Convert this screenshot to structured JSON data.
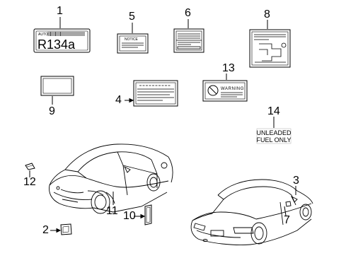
{
  "callouts": {
    "c1": "1",
    "c2": "2",
    "c3": "3",
    "c4": "4",
    "c5": "5",
    "c6": "6",
    "c7": "7",
    "c8": "8",
    "c9": "9",
    "c10": "10",
    "c11": "11",
    "c12": "12",
    "c13": "13",
    "c14": "14"
  },
  "labels": {
    "r134a_header": "AUTO",
    "r134a_main": "R134a",
    "notice_title": "NOTICE",
    "warning_title": "WARNING",
    "fuel_line1": "UNLEADED",
    "fuel_line2": "FUEL ONLY"
  },
  "colors": {
    "ink": "#000000",
    "background": "#ffffff"
  }
}
